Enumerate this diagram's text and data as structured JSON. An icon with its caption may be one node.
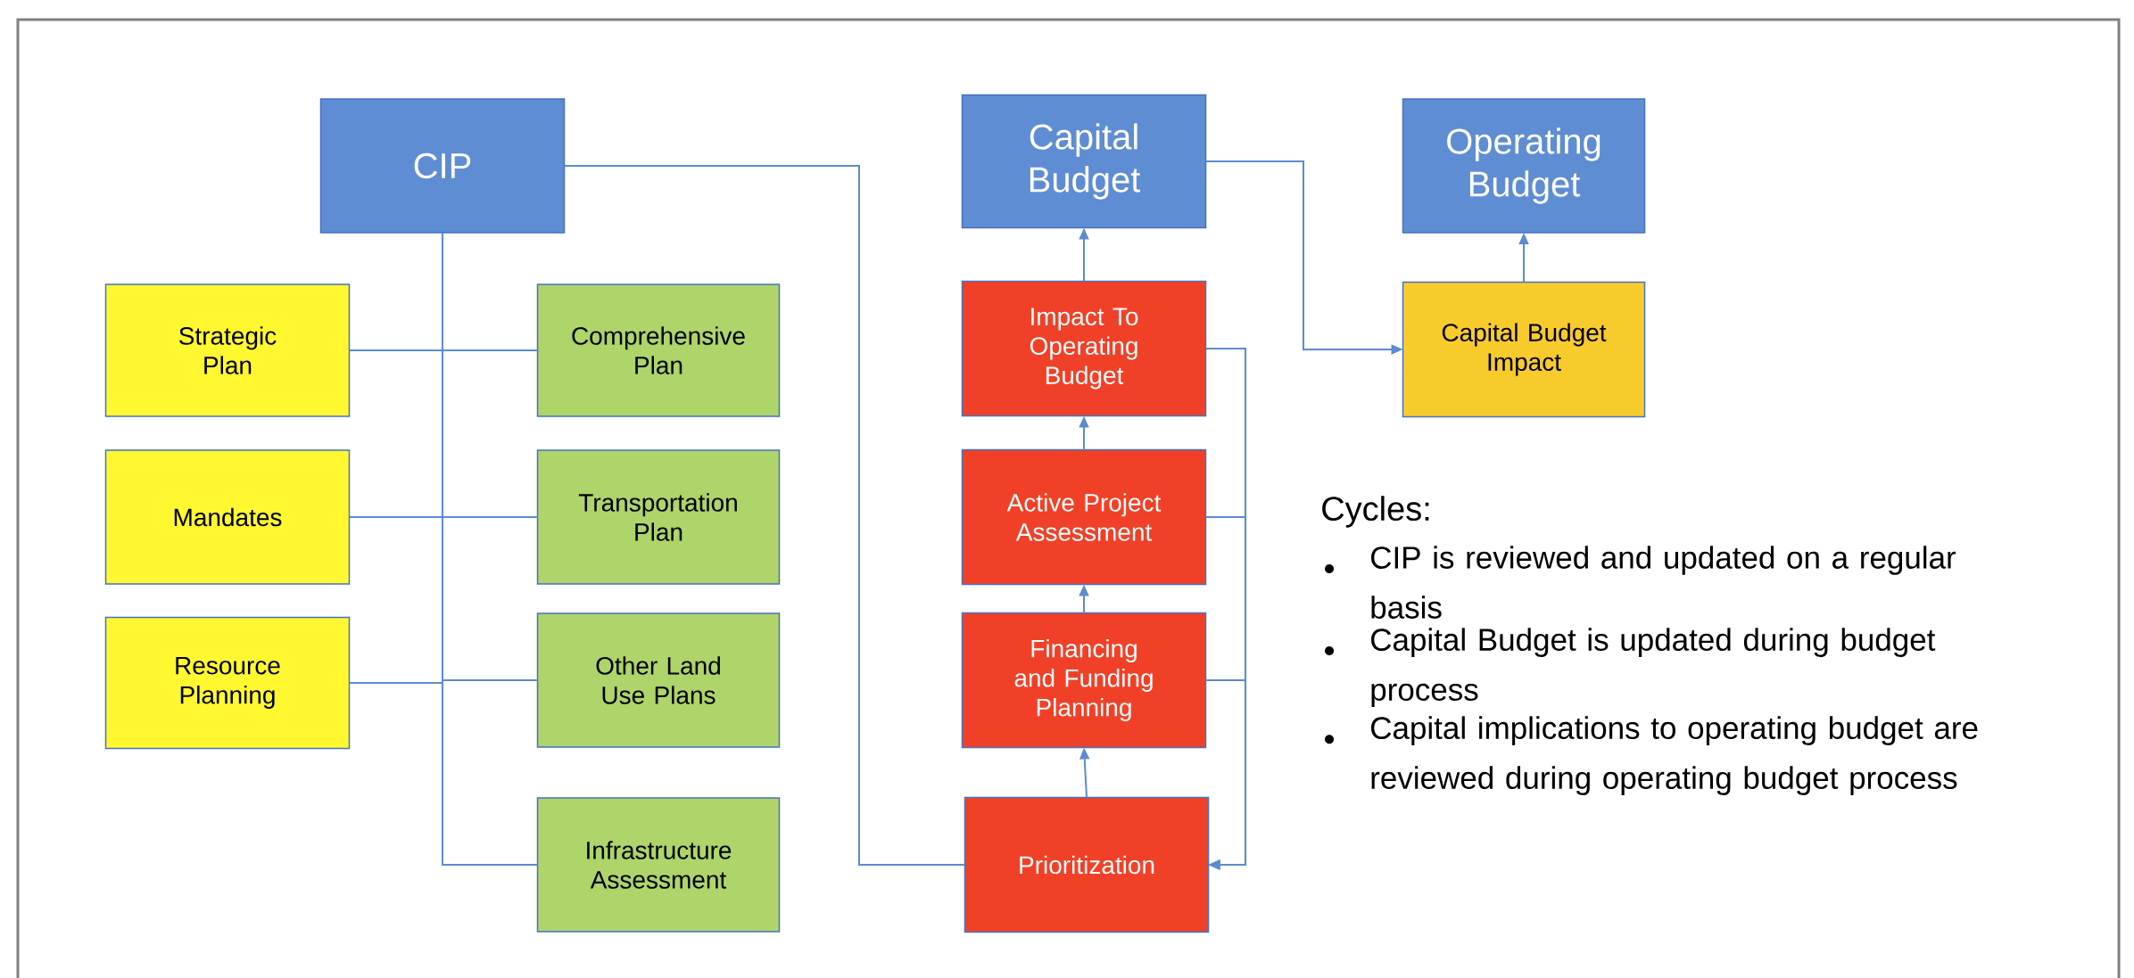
{
  "diagram": {
    "nodes": [
      {
        "text": [
          "CIP"
        ]
      },
      {
        "text": [
          "Strategic Plan"
        ]
      },
      {
        "text": [
          "Comprehensive Plan"
        ]
      },
      {
        "text": [
          "Mandates"
        ]
      },
      {
        "text": [
          "Transportation Plan"
        ]
      },
      {
        "text": [
          "Resource Planning"
        ]
      },
      {
        "text": [
          "Other Land Use Plans"
        ]
      },
      {
        "text": [
          "Infrastructure Assessment"
        ]
      },
      {
        "text": [
          "Capital Budget"
        ]
      },
      {
        "text": [
          "Operating Budget"
        ]
      },
      {
        "text": [
          "Impact To Operating Budget"
        ]
      },
      {
        "text": [
          "Capital Budget Impact"
        ]
      },
      {
        "text": [
          "Active Project Assessment"
        ]
      },
      {
        "text": [
          "Financing and Funding Planning"
        ]
      },
      {
        "text": [
          "Prioritization"
        ]
      }
    ],
    "edges": [
      {
        "from": 0,
        "to": 1,
        "arrow": "none"
      },
      {
        "from": 0,
        "to": 2,
        "arrow": "none"
      },
      {
        "from": 0,
        "to": 3,
        "arrow": "none"
      },
      {
        "from": 0,
        "to": 4,
        "arrow": "none"
      },
      {
        "from": 0,
        "to": 5,
        "arrow": "none"
      },
      {
        "from": 0,
        "to": 6,
        "arrow": "none"
      },
      {
        "from": 0,
        "to": 7,
        "arrow": "none"
      },
      {
        "from": 0,
        "to": 14,
        "arrow": "none"
      },
      {
        "from": 14,
        "to": 13,
        "arrow": "to"
      },
      {
        "from": 13,
        "to": 12,
        "arrow": "to"
      },
      {
        "from": 12,
        "to": 10,
        "arrow": "to"
      },
      {
        "from": 10,
        "to": 8,
        "arrow": "to"
      },
      {
        "from": 8,
        "to": 11,
        "arrow": "to"
      },
      {
        "from": 11,
        "to": 9,
        "arrow": "to"
      },
      {
        "from": 10,
        "to": 14,
        "arrow": "to"
      },
      {
        "from": 12,
        "to": 14,
        "arrow": "to"
      },
      {
        "from": 13,
        "to": 14,
        "arrow": "to"
      }
    ],
    "labels": [
      "Cycles:",
      "CIP is reviewed and updated on a regular basis",
      "Capital Budget is updated during budget process",
      "Capital implications to operating budget are reviewed during operating budget process"
    ]
  }
}
